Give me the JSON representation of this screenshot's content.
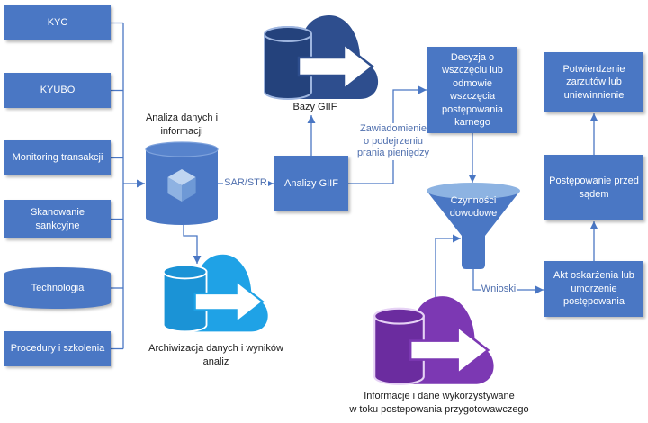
{
  "diagram": {
    "sources": [
      {
        "lines": [
          "KYC"
        ]
      },
      {
        "lines": [
          "KYUBO"
        ]
      },
      {
        "lines": [
          "Monitoring transakcji"
        ]
      },
      {
        "lines": [
          "Skanowanie",
          "sankcyjne"
        ]
      },
      {
        "lines": [
          "Technologia"
        ]
      },
      {
        "lines": [
          "Procedury i szkolenia"
        ]
      }
    ],
    "analysis": {
      "lines": [
        "Analiza danych i",
        "informacji"
      ],
      "icon": "database-cube-icon"
    },
    "archive": {
      "lines": [
        "Archiwizacja danych i wyników",
        "analiz"
      ],
      "icon": "cloud-database-arrow-icon"
    },
    "sar_str_edge": "SAR/STR",
    "giif_analysis": {
      "lines": [
        "Analizy GIIF"
      ]
    },
    "giif_databases": {
      "label": "Bazy GIIF",
      "icon": "cloud-database-arrow-icon"
    },
    "notification_edge": {
      "lines": [
        "Zawiadomienie",
        "o podejrzeniu",
        "prania pieniędzy"
      ]
    },
    "decision": {
      "lines": [
        "Decyzja o",
        "wszczęciu lub",
        "odmowie",
        "wszczęcia",
        "postępowania",
        "karnego"
      ]
    },
    "evidence": {
      "lines": [
        "Czynności",
        "dowodowe"
      ],
      "icon": "funnel-icon"
    },
    "conclusions_edge": "Wnioski",
    "indictment": {
      "lines": [
        "Akt oskarżenia lub",
        "umorzenie",
        "postępowania"
      ]
    },
    "court": {
      "lines": [
        "Postępowanie przed",
        "sądem"
      ]
    },
    "verdict": {
      "lines": [
        "Potwierdzenie",
        "zarzutów lub",
        "uniewinnienie"
      ]
    },
    "pretrial_information": {
      "lines": [
        "Informacje i dane wykorzystywane",
        "w toku postepowania przygotowawczego"
      ],
      "icon": "cloud-database-arrow-icon"
    }
  },
  "colors": {
    "box": "#4a77c4",
    "wire": "#4a77c4",
    "edge_label": "#4f6fae",
    "giif_cloud": "#2e4e8e",
    "giif_cylinder": "#24427c",
    "archive_cloud": "#1fa2e6",
    "archive_cylinder": "#1b93d6",
    "pretrial_cloud": "#7c38b3",
    "pretrial_cylinder": "#6b2c9f",
    "funnel_top": "#8db3e2"
  }
}
